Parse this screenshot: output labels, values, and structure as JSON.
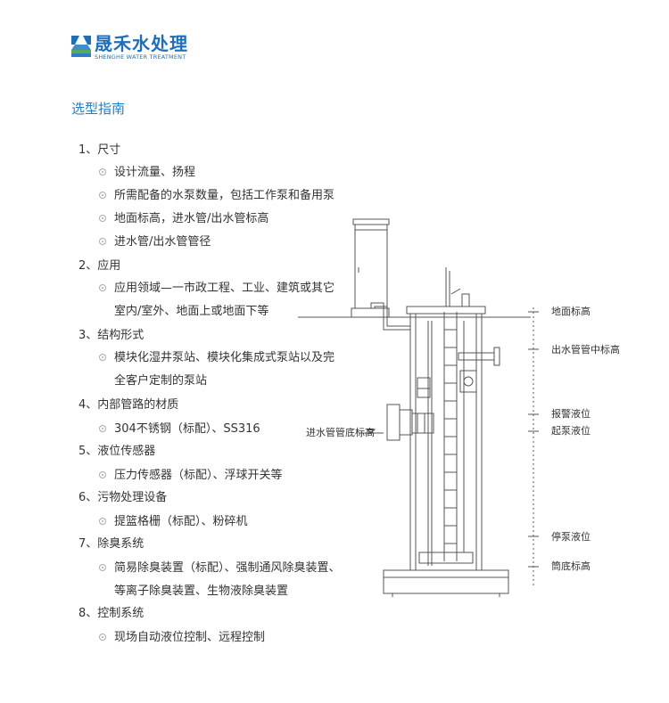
{
  "brand": {
    "name_cn": "晟禾水处理",
    "name_en": "SHENGHE WATER TREATMENT"
  },
  "section_title": "选型指南",
  "sections": [
    {
      "heading": "1、尺寸",
      "items": [
        "设计流量、扬程",
        "所需配备的水泵数量，包括工作泵和备用泵",
        "地面标高，进水管/出水管标高",
        "进水管/出水管管径"
      ]
    },
    {
      "heading": "2、应用",
      "items": [
        "应用领域—一市政工程、工业、建筑或其它"
      ],
      "continuation": "室内/室外、地面上或地面下等"
    },
    {
      "heading": "3、结构形式",
      "items": [
        "模块化湿井泵站、模块化集成式泵站以及完"
      ],
      "continuation": "全客户定制的泵站"
    },
    {
      "heading": "4、内部管路的材质",
      "items": [
        "304不锈钢（标配）、SS316"
      ]
    },
    {
      "heading": "5、液位传感器",
      "items": [
        "压力传感器（标配）、浮球开关等"
      ]
    },
    {
      "heading": "6、污物处理设备",
      "items": [
        "提篮格栅（标配）、粉碎机"
      ]
    },
    {
      "heading": "7、除臭系统",
      "items": [
        "简易除臭装置（标配）、强制通风除臭装置、"
      ],
      "continuation": "等离子除臭装置、生物液除臭装置"
    },
    {
      "heading": "8、控制系统",
      "items": [
        "现场自动液位控制、远程控制"
      ]
    }
  ],
  "diagram_labels": {
    "ground_level": "地面标高",
    "outlet_center": "出水管管中标高",
    "alarm_level": "报警液位",
    "start_level": "起泵液位",
    "inlet_bottom": "进水管管底标高",
    "stop_level": "停泵液位",
    "bottom_level": "筒底标高"
  }
}
